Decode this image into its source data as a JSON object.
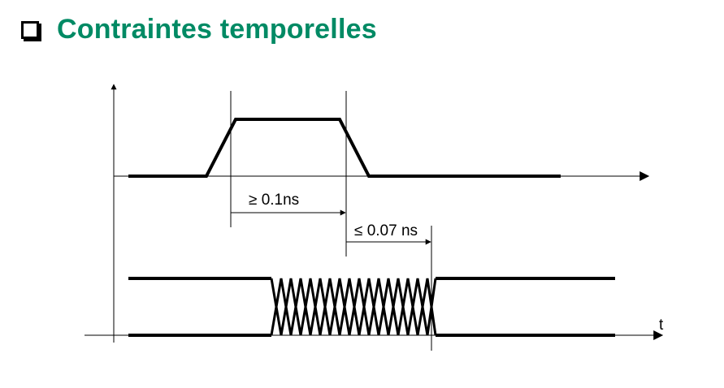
{
  "title": "Contraintes temporelles",
  "colors": {
    "title": "#008a64",
    "ink": "#000000"
  },
  "icons": {
    "bullet": "checkbox-bullet-icon"
  },
  "annotations": {
    "min_pulse": "≥ 0.1ns",
    "max_delay": "≤ 0.07 ns",
    "time_axis": "t"
  }
}
